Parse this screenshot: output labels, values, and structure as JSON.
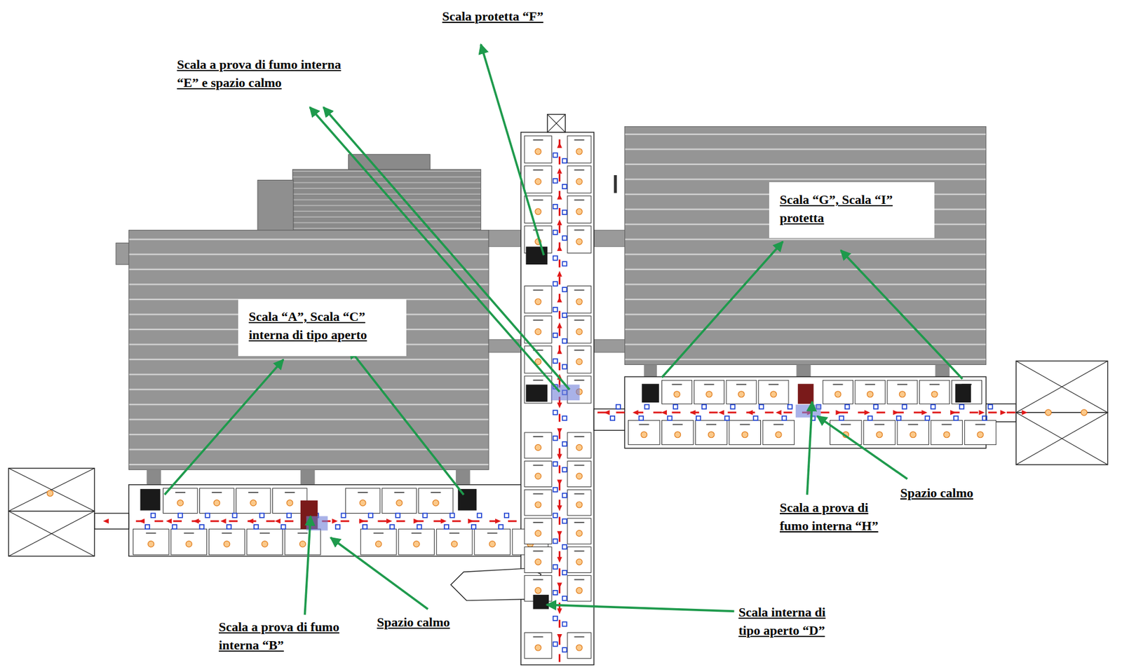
{
  "diagram": {
    "nodes": [
      {
        "text": [
          "Scala “G”, Scala “I” protetta"
        ]
      },
      {
        "text": [
          "Scala “A”, Scala “C” interna di tipo aperto"
        ]
      }
    ],
    "labels": [
      "Scala protetta “F”",
      "Scala a prova di fumo interna “E” e spazio calmo",
      "Spazio calmo",
      "Scala a prova di fumo interna “H”",
      "Scala interna di tipo aperto “D”",
      "Spazio calmo",
      "Scala a prova di fumo interna “B”"
    ]
  }
}
